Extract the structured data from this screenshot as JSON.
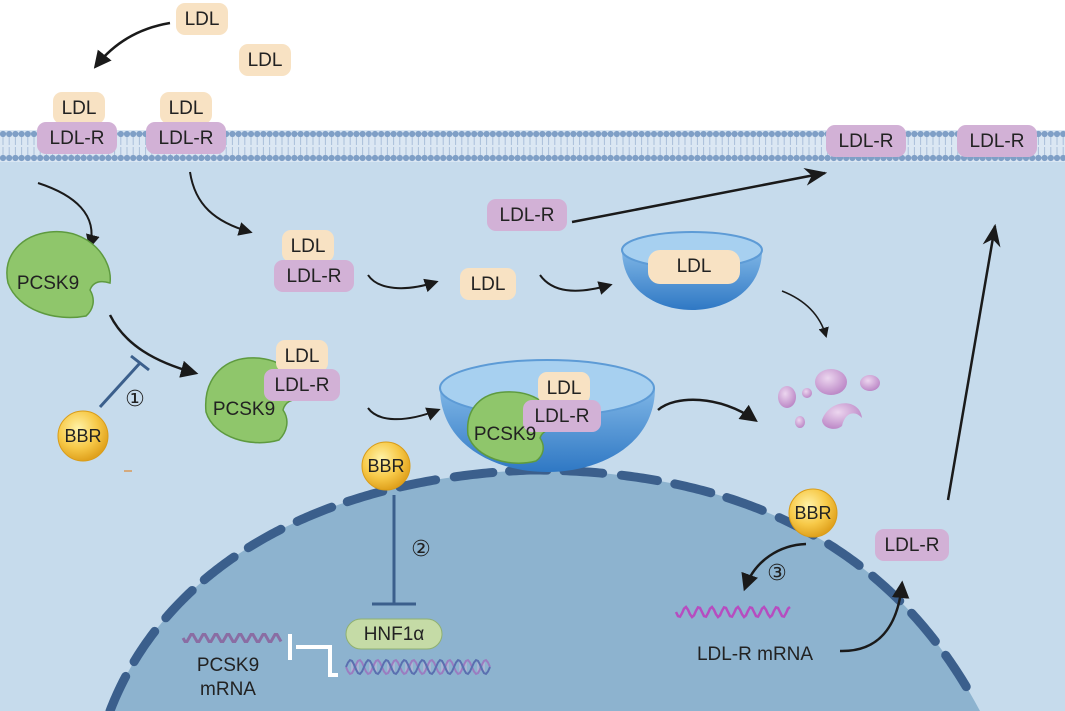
{
  "labels": {
    "ldl": "LDL",
    "ldlr": "LDL-R",
    "pcsk9": "PCSK9",
    "bbr": "BBR",
    "hnf1a": "HNF1α",
    "pcsk9_mrna_1": "PCSK9",
    "pcsk9_mrna_2": "mRNA",
    "ldlr_mrna": "LDL-R mRNA"
  },
  "steps": [
    "①",
    "②",
    "③"
  ],
  "colors": {
    "cytoplasm": "#c6dbec",
    "nucleus": "#8db3cf",
    "nuclear_envelope": "#3b5f8c",
    "membrane_head": "#7f9fc6",
    "ldl_fill": "#f8e2c3",
    "ldlr_fill": "#d2b1d6",
    "pcsk9_fill": "#8fc66b",
    "bbr_fill": "#f7c948",
    "hnf1a_fill": "#c5dba6",
    "lysosome": "#5d9bd6",
    "fragments": "#c49ad0",
    "mrna_pcsk9": "#8a6da3",
    "mrna_ldlr": "#b64dc0",
    "arrow": "#1a1a1a"
  }
}
